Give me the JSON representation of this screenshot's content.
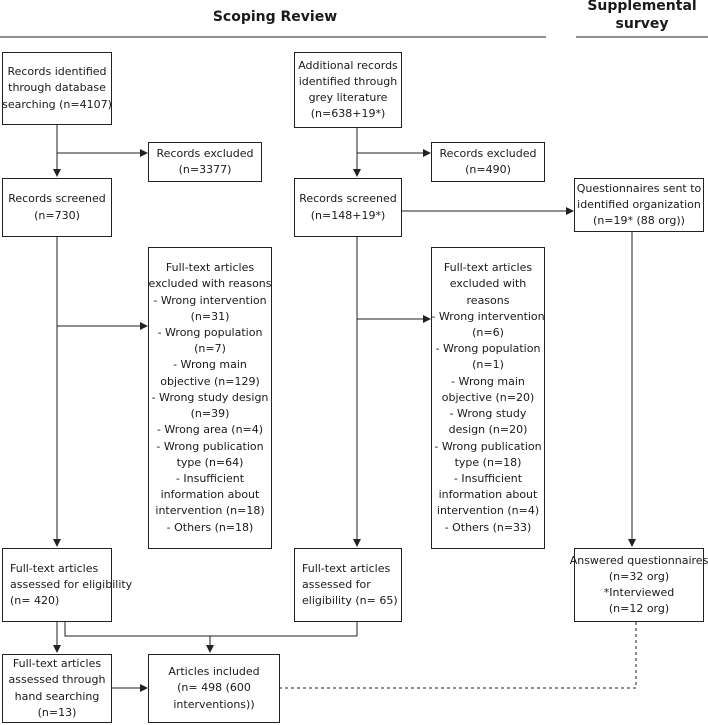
{
  "headers": {
    "scoping_review": "Scoping Review",
    "supplemental_survey": [
      "Supplemental",
      "survey"
    ]
  },
  "col1": {
    "identified": [
      "Records identified",
      "through database",
      "searching (n=4107)"
    ],
    "excluded": [
      "Records excluded",
      "(n=3377)"
    ],
    "screened": [
      "Records screened",
      "(n=730)"
    ],
    "fulltext_excluded": [
      "Full-text articles",
      "excluded with reasons",
      "- Wrong intervention",
      "(n=31)",
      "- Wrong population",
      "(n=7)",
      "- Wrong main",
      "objective (n=129)",
      "- Wrong study design",
      "(n=39)",
      "- Wrong area (n=4)",
      "- Wrong publication",
      "type (n=64)",
      "- Insufficient",
      "information about",
      "intervention (n=18)",
      "- Others (n=18)"
    ],
    "eligibility": [
      "Full-text articles",
      "assessed for eligibility",
      "(n= 420)"
    ],
    "hand_searching": [
      "Full-text articles",
      "assessed through",
      "hand searching",
      "(n=13)"
    ],
    "included": [
      "Articles included",
      "(n= 498 (600",
      "interventions))"
    ]
  },
  "col2": {
    "identified": [
      "Additional records",
      "identified through",
      "grey literature",
      "(n=638+19*)"
    ],
    "excluded": [
      "Records excluded",
      "(n=490)"
    ],
    "screened": [
      "Records screened",
      "(n=148+19*)"
    ],
    "fulltext_excluded": [
      "Full-text articles",
      "excluded with",
      "reasons",
      "- Wrong intervention",
      "(n=6)",
      "- Wrong population",
      "(n=1)",
      "- Wrong main",
      "objective (n=20)",
      "- Wrong study",
      "design (n=20)",
      "- Wrong publication",
      "type (n=18)",
      "- Insufficient",
      "information about",
      "intervention (n=4)",
      "- Others (n=33)"
    ],
    "eligibility": [
      "Full-text articles",
      "assessed for",
      "eligibility (n= 65)"
    ]
  },
  "col3": {
    "questionnaires": [
      "Questionnaires sent to",
      "identified organization",
      "(n=19* (88 org))"
    ],
    "answered": [
      "Answered questionnaires",
      "(n=32 org)",
      "*Interviewed",
      "(n=12 org)"
    ]
  }
}
